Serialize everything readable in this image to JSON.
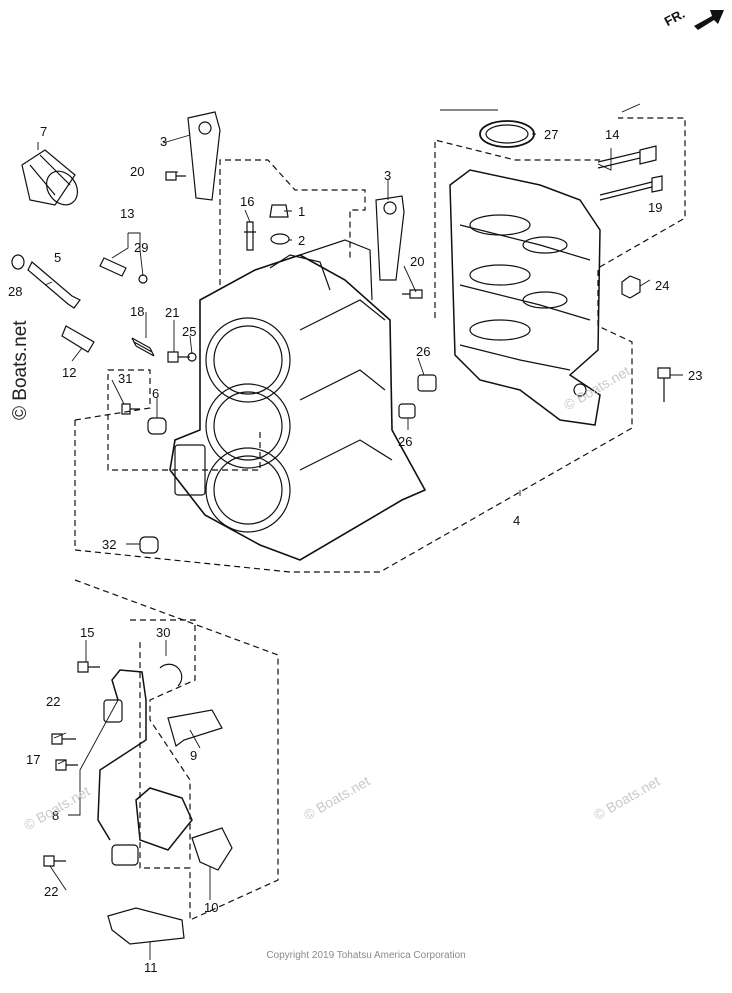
{
  "direction_label": "FR.",
  "watermark": "© Boats.net",
  "copyright": "Copyright 2019 Tohatsu America Corporation",
  "callouts": {
    "c1": "1",
    "c2": "2",
    "c3a": "3",
    "c3b": "3",
    "c4": "4",
    "c5": "5",
    "c6": "6",
    "c7": "7",
    "c8": "8",
    "c9": "9",
    "c10": "10",
    "c11": "11",
    "c12": "12",
    "c13": "13",
    "c14": "14",
    "c15": "15",
    "c16": "16",
    "c17": "17",
    "c18": "18",
    "c19": "19",
    "c20a": "20",
    "c20b": "20",
    "c21": "21",
    "c22a": "22",
    "c22b": "22",
    "c23": "23",
    "c24": "24",
    "c25": "25",
    "c26a": "26",
    "c26b": "26",
    "c27": "27",
    "c28": "28",
    "c29": "29",
    "c30": "30",
    "c31": "31",
    "c32": "32"
  },
  "colors": {
    "line": "#111111",
    "watermark": "#c9c9c9",
    "copyright": "#8a8a8a"
  }
}
